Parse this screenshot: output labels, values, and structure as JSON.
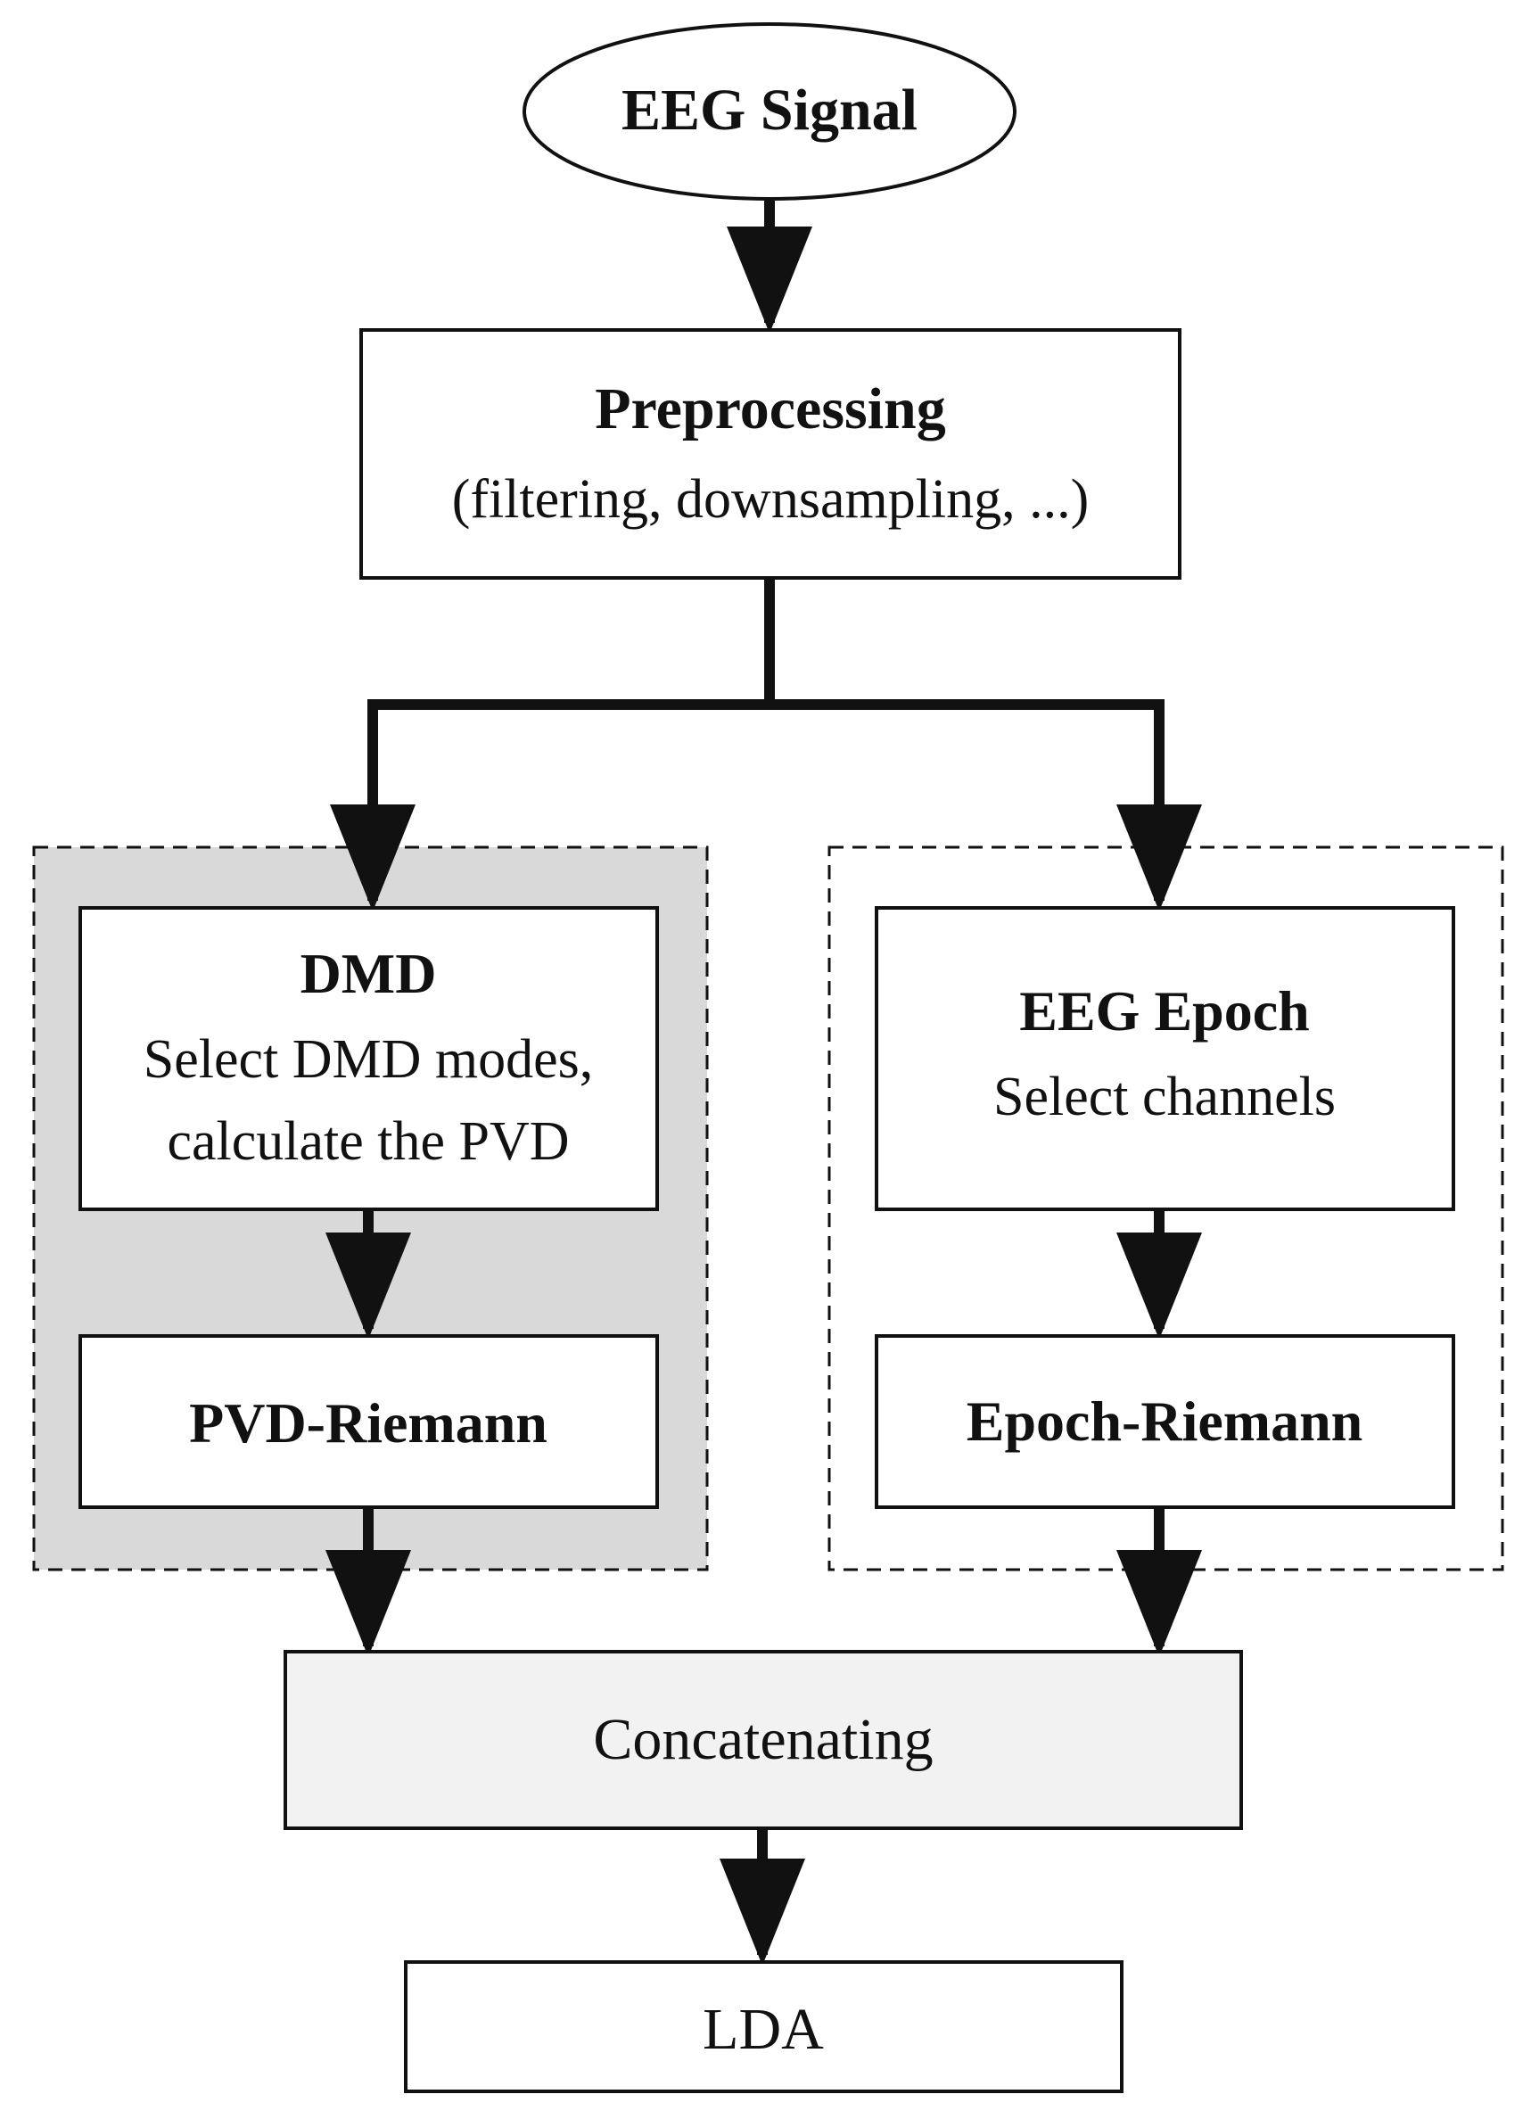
{
  "nodes": {
    "eeg_signal": {
      "title": "EEG Signal"
    },
    "preprocessing": {
      "title": "Preprocessing",
      "subtitle": "(filtering, downsampling, ...)"
    },
    "dmd": {
      "title": "DMD",
      "line1": "Select DMD modes,",
      "line2": "calculate the PVD"
    },
    "pvd_riemann": {
      "title": "PVD-Riemann"
    },
    "eeg_epoch": {
      "title": "EEG Epoch",
      "line1": "Select channels"
    },
    "epoch_riemann": {
      "title": "Epoch-Riemann"
    },
    "concatenating": {
      "title": "Concatenating"
    },
    "lda": {
      "title": "LDA"
    }
  },
  "colors": {
    "stroke": "#111111",
    "left_group_fill": "#d9d9d9",
    "concatenating_fill": "#f2f2f2",
    "box_fill": "#ffffff"
  }
}
